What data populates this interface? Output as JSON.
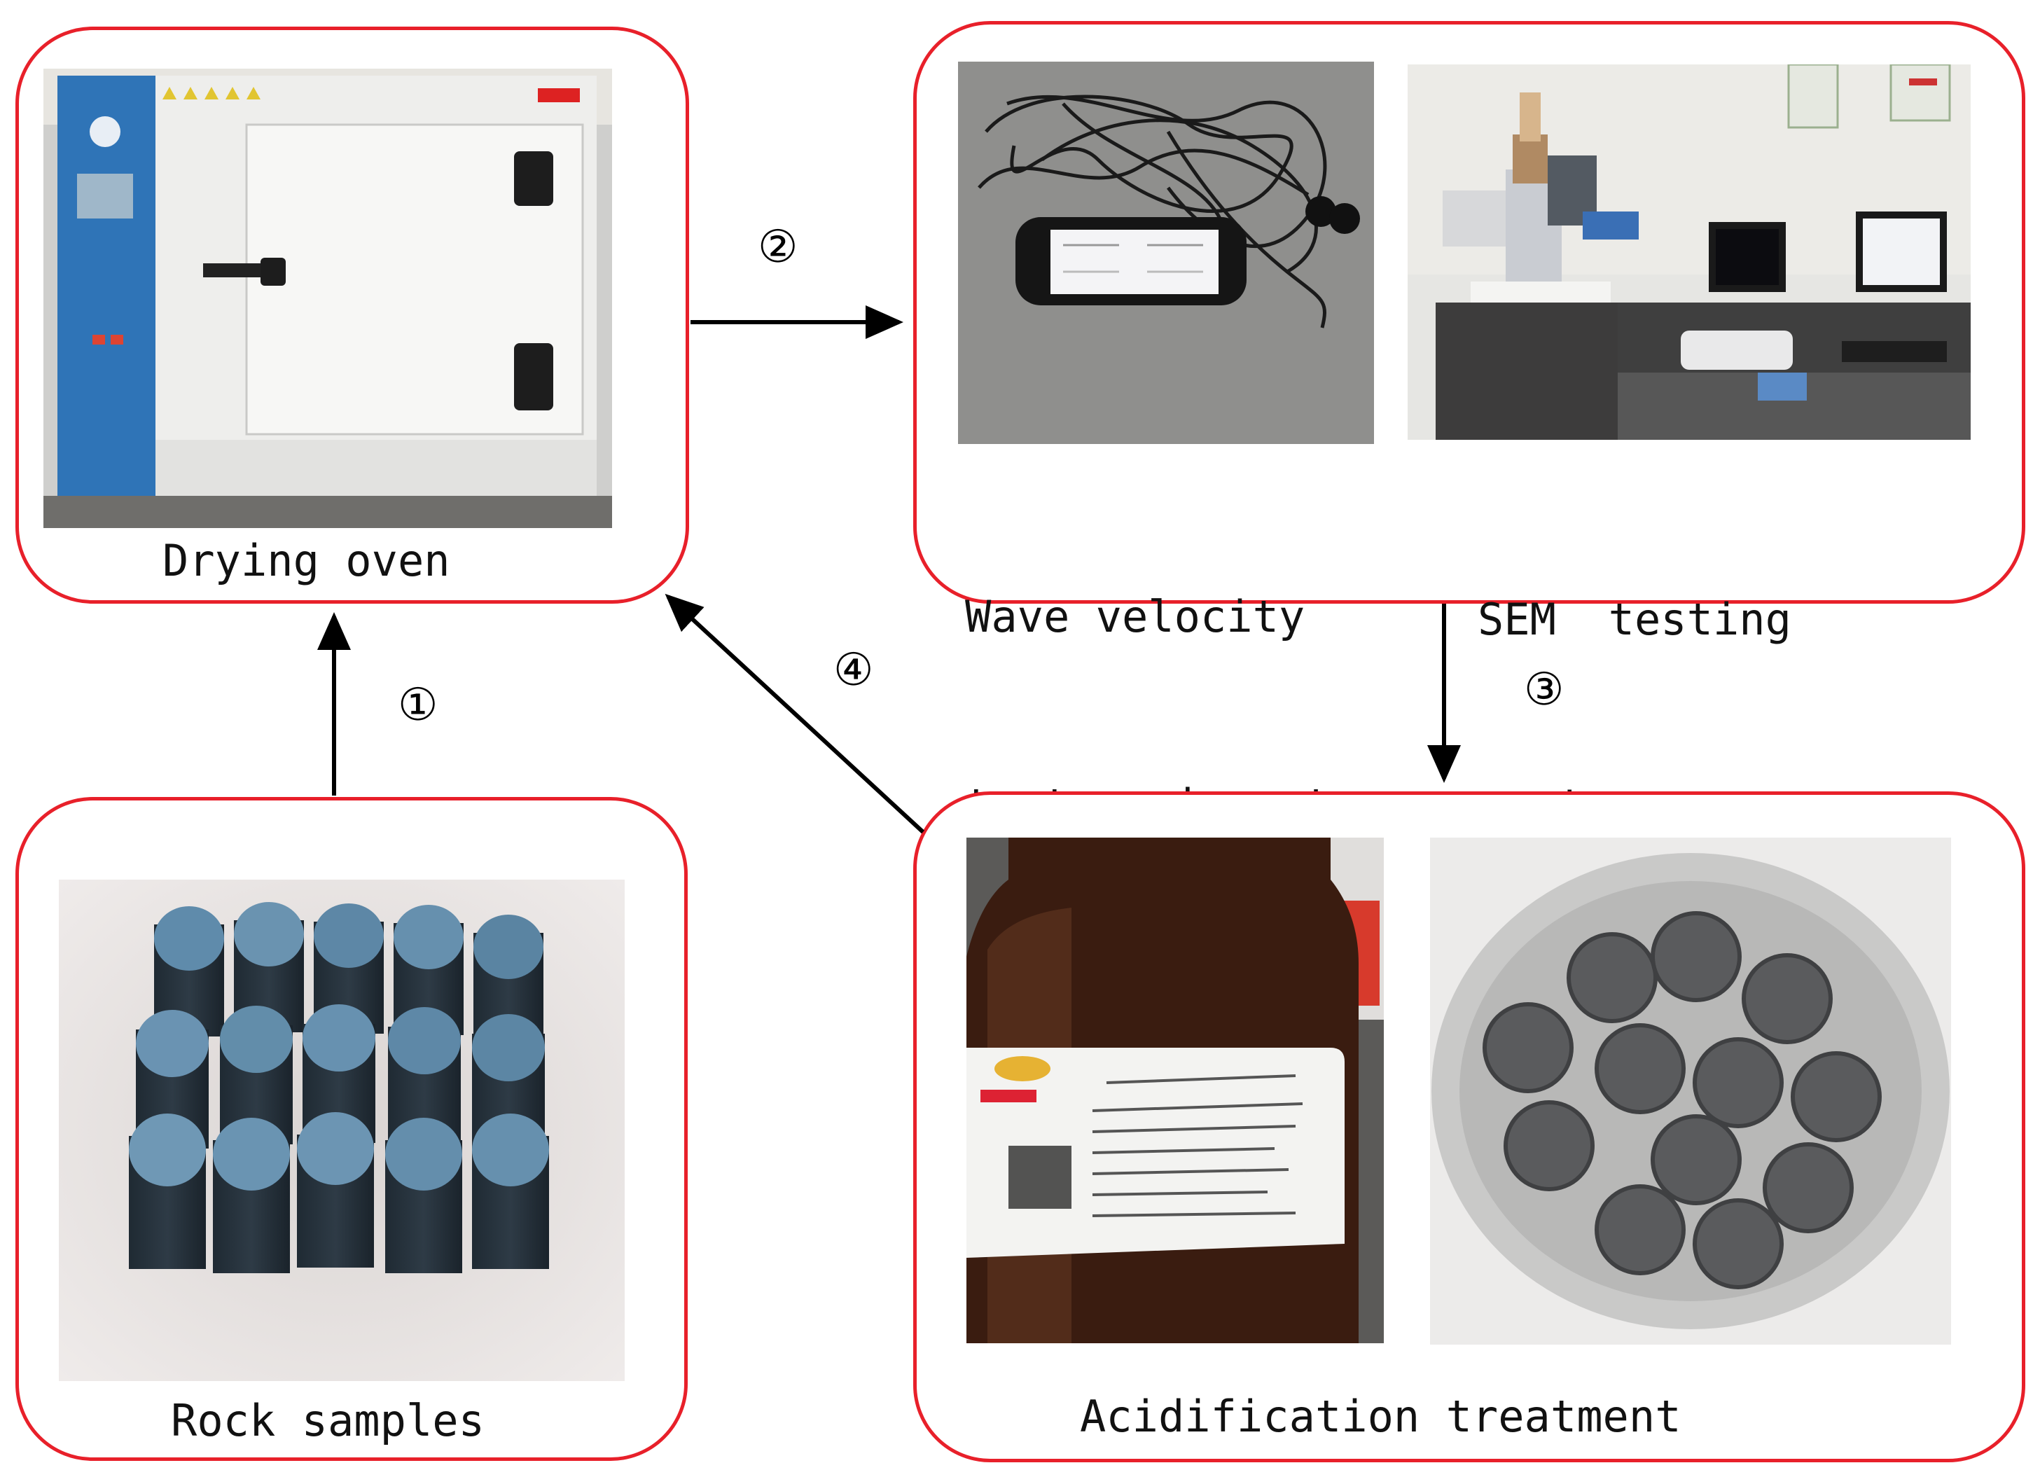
{
  "colors": {
    "panel_border": "#e8202a",
    "arrow": "#000000"
  },
  "panels": {
    "drying_oven": {
      "caption": "Drying oven"
    },
    "testing": {
      "wave_caption_line1": "Wave velocity",
      "wave_caption_line2": "test equipment",
      "sem_caption_line1": "SEM  testing",
      "sem_caption_line2": "equipment"
    },
    "rock_samples": {
      "caption": "Rock samples"
    },
    "acidification": {
      "caption": "Acidification treatment"
    }
  },
  "steps": {
    "step1": "①",
    "step2": "②",
    "step3": "③",
    "step4": "④"
  }
}
